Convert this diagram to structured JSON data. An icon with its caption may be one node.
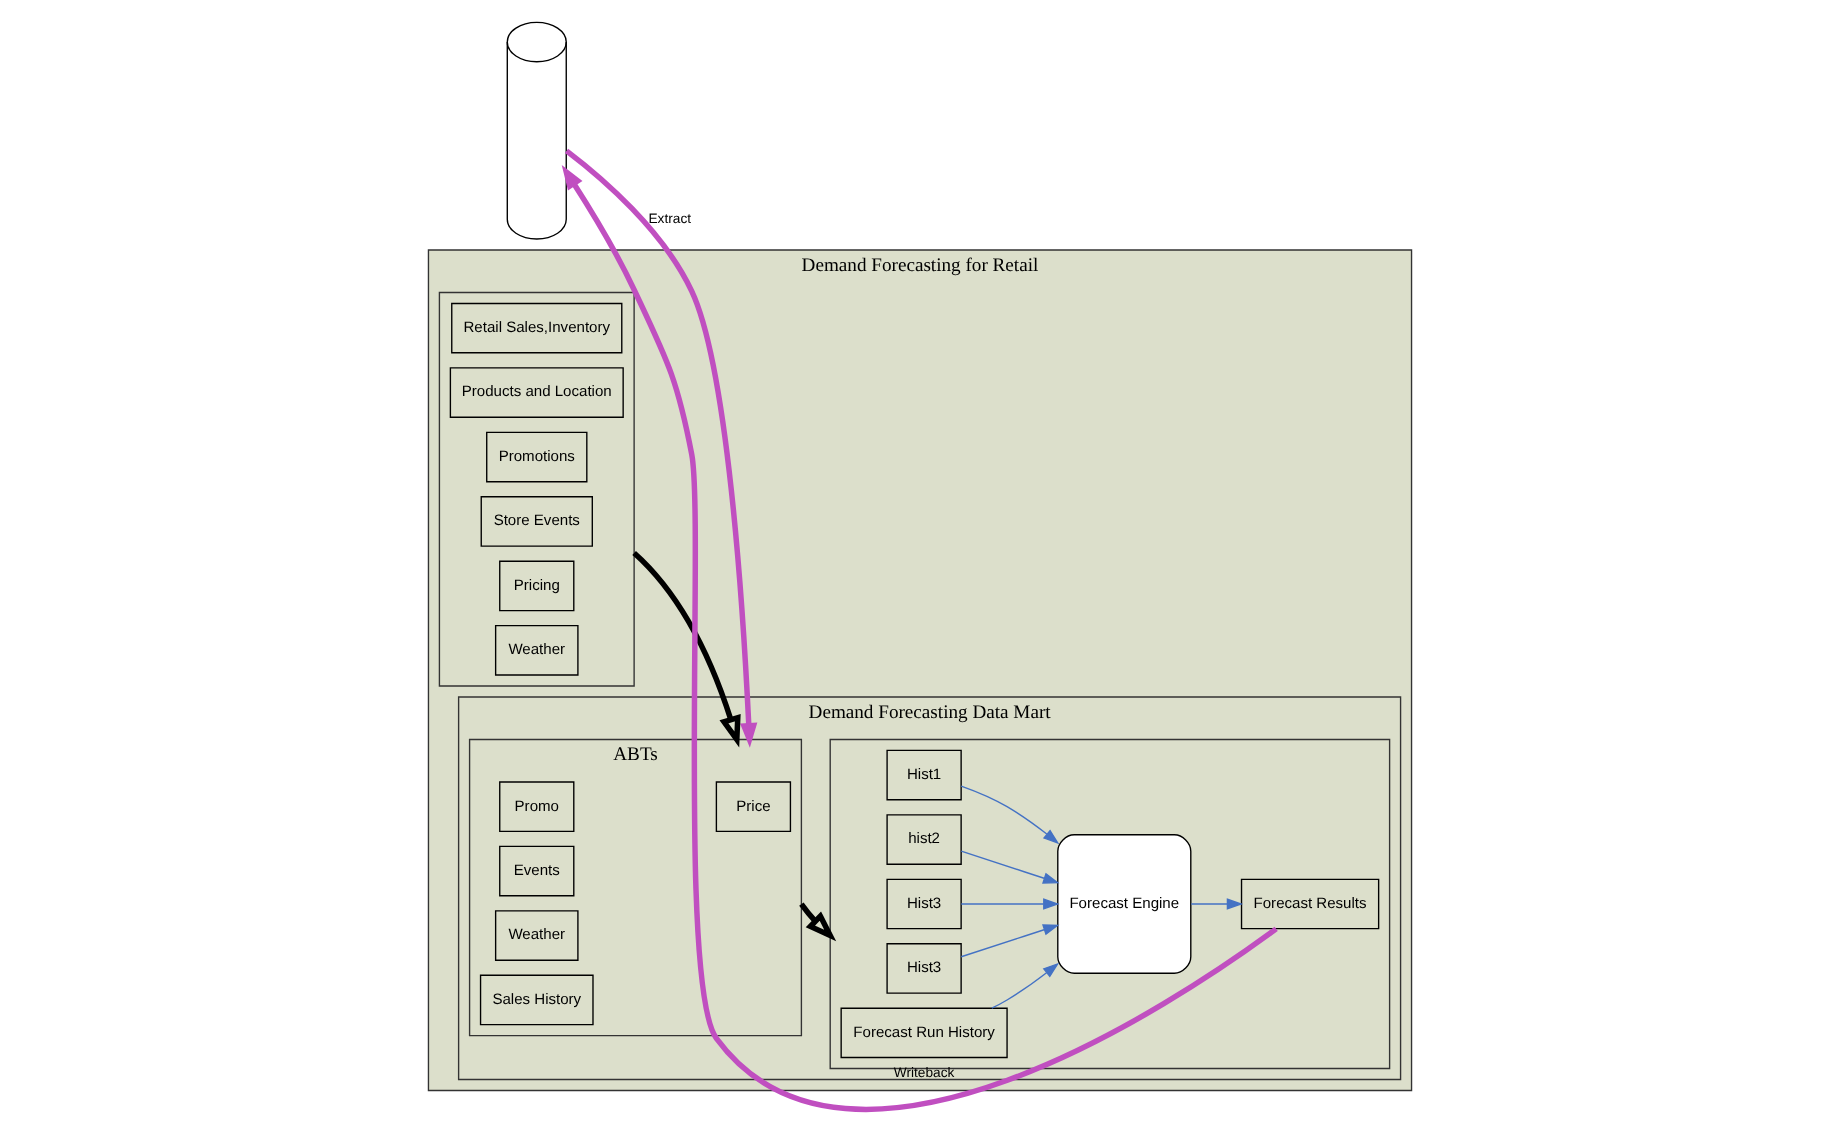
{
  "diagram": {
    "nodes": [
      {
        "text": [],
        "shape": "cylinder"
      },
      {
        "text": [
          "Demand Forecasting for Retail"
        ]
      },
      {
        "text": [],
        "shape": "box",
        "in": 1
      },
      {
        "text": [
          "Retail Sales,Inventory"
        ],
        "in": 2
      },
      {
        "text": [
          "Products and Location"
        ],
        "in": 2
      },
      {
        "text": [
          "Promotions"
        ],
        "in": 2
      },
      {
        "text": [
          "Store Events"
        ],
        "in": 2
      },
      {
        "text": [
          "Pricing"
        ],
        "in": 2
      },
      {
        "text": [
          "Weather"
        ],
        "in": 2
      },
      {
        "text": [
          "Demand Forecasting Data Mart"
        ],
        "in": 1
      },
      {
        "text": [
          "ABTs"
        ],
        "in": 9
      },
      {
        "text": [
          "Promo"
        ],
        "in": 10
      },
      {
        "text": [
          "Events"
        ],
        "in": 10
      },
      {
        "text": [
          "Price"
        ],
        "in": 10
      },
      {
        "text": [
          "Weather"
        ],
        "in": 10
      },
      {
        "text": [
          "Sales History"
        ],
        "in": 10
      },
      {
        "text": [],
        "shape": "box",
        "in": 9
      },
      {
        "text": [
          "Hist1"
        ],
        "in": 16
      },
      {
        "text": [
          "hist2"
        ],
        "in": 16
      },
      {
        "text": [
          "Hist3"
        ],
        "in": 16
      },
      {
        "text": [
          "Hist3"
        ],
        "in": 16
      },
      {
        "text": [
          "Forecast Run History"
        ],
        "in": 16
      },
      {
        "text": [
          "Forecast Engine"
        ],
        "in": 16
      },
      {
        "text": [
          "Forecast Results"
        ],
        "in": 16
      }
    ],
    "edges": [
      {
        "from": 2,
        "to": 10,
        "arrow": "to",
        "style": "thick",
        "color": "#000000"
      },
      {
        "from": 10,
        "to": 16,
        "arrow": "to",
        "style": "thick",
        "color": "#000000"
      },
      {
        "from": 17,
        "to": 22,
        "arrow": "to",
        "color": "#4472c4"
      },
      {
        "from": 18,
        "to": 22,
        "arrow": "to",
        "color": "#4472c4"
      },
      {
        "from": 19,
        "to": 22,
        "arrow": "to",
        "color": "#4472c4"
      },
      {
        "from": 20,
        "to": 22,
        "arrow": "to",
        "color": "#4472c4"
      },
      {
        "from": 21,
        "to": 22,
        "arrow": "to",
        "color": "#4472c4"
      },
      {
        "from": 22,
        "to": 23,
        "arrow": "to",
        "color": "#4472c4"
      },
      {
        "from": 23,
        "to": 0,
        "arrow": "to",
        "label": "Writeback",
        "style": "thick",
        "color": "#c04fc0"
      },
      {
        "from": 0,
        "to": 10,
        "arrow": "to",
        "label": "Extract",
        "style": "thick",
        "color": "#c04fc0"
      }
    ]
  }
}
